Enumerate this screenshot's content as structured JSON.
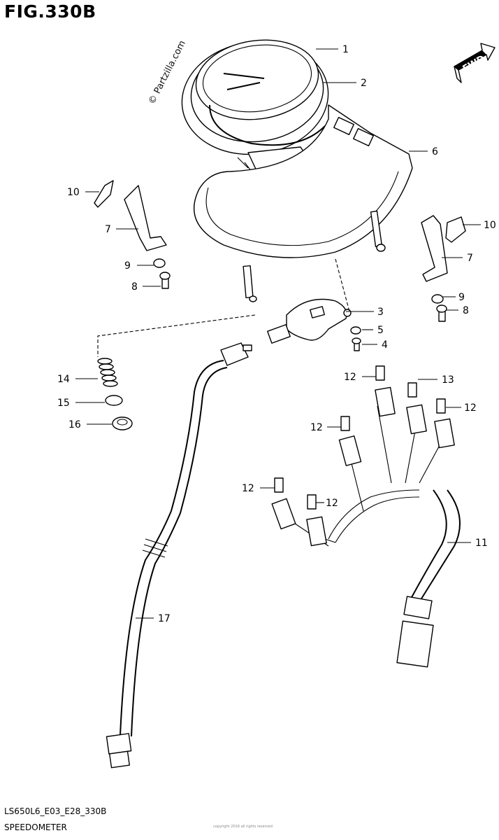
{
  "figure": {
    "title": "FIG.330B",
    "code": "LS650L6_E03_E28_330B",
    "name": "SPEEDOMETER",
    "watermark": "© Partzilla.com",
    "tiny_footer": "copyright 2016 all rights reserved",
    "fwd_label": "FWD"
  },
  "callouts": [
    {
      "id": "c1",
      "label": "1"
    },
    {
      "id": "c2",
      "label": "2"
    },
    {
      "id": "c3",
      "label": "3"
    },
    {
      "id": "c4",
      "label": "4"
    },
    {
      "id": "c5",
      "label": "5"
    },
    {
      "id": "c6",
      "label": "6"
    },
    {
      "id": "c7a",
      "label": "7"
    },
    {
      "id": "c7b",
      "label": "7"
    },
    {
      "id": "c8a",
      "label": "8"
    },
    {
      "id": "c8b",
      "label": "8"
    },
    {
      "id": "c9a",
      "label": "9"
    },
    {
      "id": "c9b",
      "label": "9"
    },
    {
      "id": "c10a",
      "label": "10"
    },
    {
      "id": "c10b",
      "label": "10"
    },
    {
      "id": "c11",
      "label": "11"
    },
    {
      "id": "c12a",
      "label": "12"
    },
    {
      "id": "c12b",
      "label": "12"
    },
    {
      "id": "c12c",
      "label": "12"
    },
    {
      "id": "c12d",
      "label": "12"
    },
    {
      "id": "c12e",
      "label": "12"
    },
    {
      "id": "c13",
      "label": "13"
    },
    {
      "id": "c14",
      "label": "14"
    },
    {
      "id": "c15",
      "label": "15"
    },
    {
      "id": "c16",
      "label": "16"
    },
    {
      "id": "c17",
      "label": "17"
    }
  ]
}
